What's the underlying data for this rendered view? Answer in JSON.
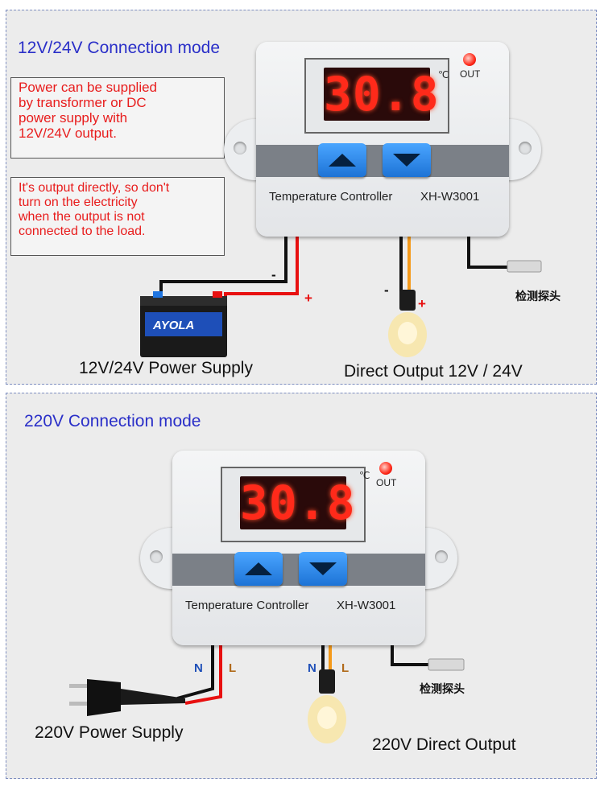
{
  "top": {
    "title": "12V/24V Connection mode",
    "note1": "Power can be supplied\nby transformer or DC\npower supply with\n12V/24V output.",
    "note2": "It's output directly, so don't\nturn on the electricity\nwhen the output is not\nconnected to the load.",
    "controller": {
      "display": "30.8",
      "unit": "℃",
      "out": "OUT",
      "label": "Temperature Controller",
      "model": "XH-W3001"
    },
    "battery_brand": "AYOLA",
    "power_label": "12V/24V Power Supply",
    "output_label": "Direct Output 12V / 24V",
    "minus": "-",
    "plus": "+",
    "probe_label": "检测探头"
  },
  "bottom": {
    "title": "220V Connection mode",
    "controller": {
      "display": "30.8",
      "unit": "℃",
      "out": "OUT",
      "label": "Temperature Controller",
      "model": "XH-W3001"
    },
    "power_label": "220V Power Supply",
    "output_label": "220V Direct Output",
    "n": "N",
    "l": "L",
    "probe_label": "检测探头"
  },
  "colors": {
    "title": "#2a2fc8",
    "note_text": "#e81c1c",
    "wire_red": "#e81010",
    "wire_orange": "#f59a1a",
    "wire_black": "#111111",
    "display_red": "#ff2a1a",
    "button_blue": "#2b88ef"
  }
}
